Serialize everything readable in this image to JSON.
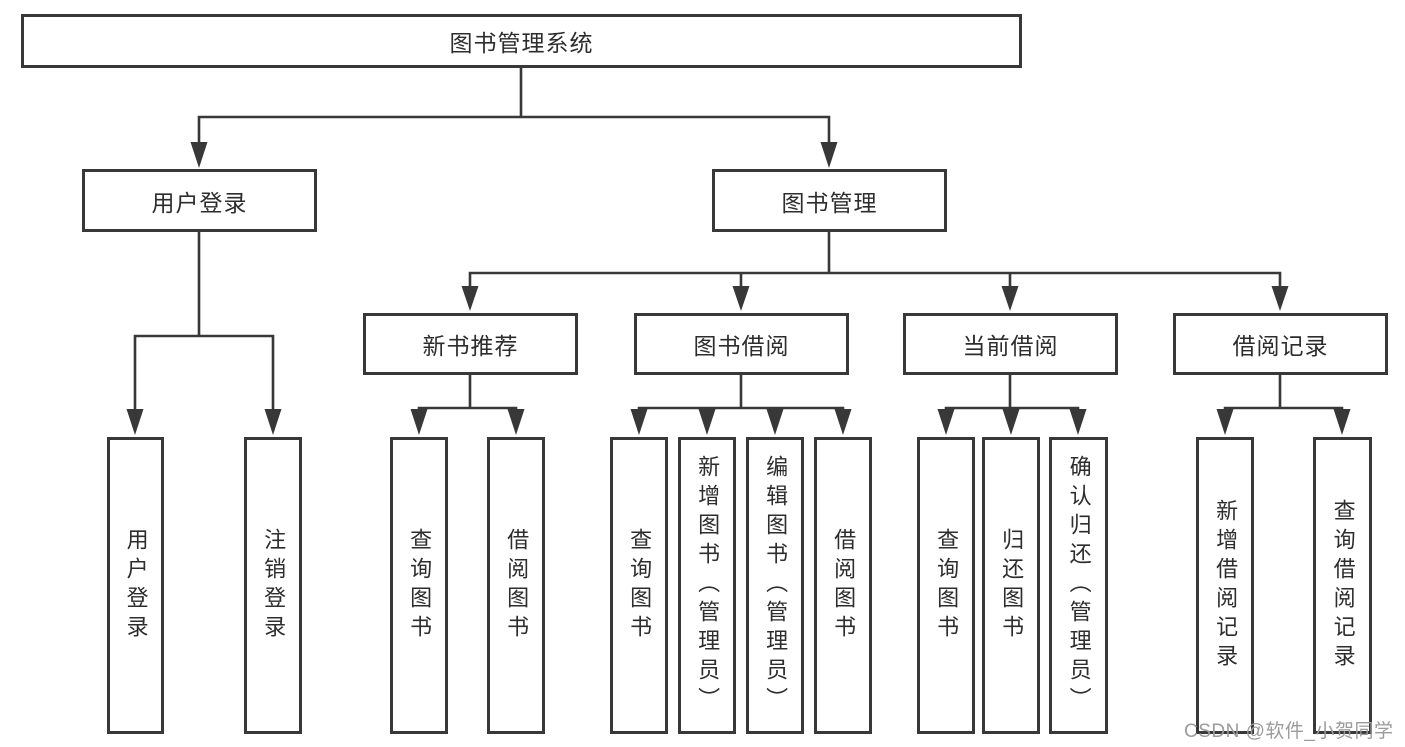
{
  "nodes": {
    "root": {
      "label": "图书管理系统"
    },
    "level2": {
      "user_login": {
        "label": "用户登录"
      },
      "book_management": {
        "label": "图书管理"
      }
    },
    "level3": {
      "new_book_recommendation": {
        "label": "新书推荐"
      },
      "book_borrowing": {
        "label": "图书借阅"
      },
      "current_borrowing": {
        "label": "当前借阅"
      },
      "borrowing_records": {
        "label": "借阅记录"
      }
    },
    "leaves": [
      {
        "label": "用户登录"
      },
      {
        "label": "注销登录"
      },
      {
        "label": "查询图书"
      },
      {
        "label": "借阅图书"
      },
      {
        "label": "查询图书"
      },
      {
        "label": "新增图书（管理员）"
      },
      {
        "label": "编辑图书（管理员）"
      },
      {
        "label": "借阅图书"
      },
      {
        "label": "查询图书"
      },
      {
        "label": "归还图书"
      },
      {
        "label": "确认归还（管理员）"
      },
      {
        "label": "新增借阅记录"
      },
      {
        "label": "查询借阅记录"
      }
    ]
  },
  "watermark": {
    "text": "CSDN @软件_小贺同学"
  },
  "colors": {
    "line": "#383838",
    "text": "#2d2d2d",
    "watermark": "#9b9b9b",
    "background": "#ffffff"
  }
}
